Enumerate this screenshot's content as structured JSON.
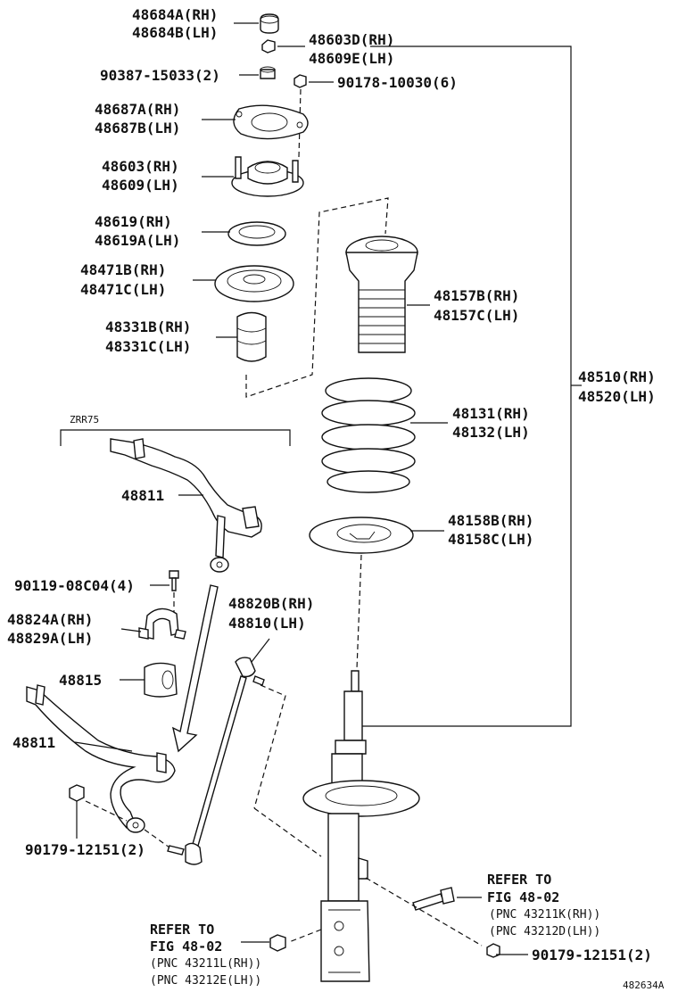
{
  "labels": {
    "p48684": [
      "48684A(RH)",
      "48684B(LH)"
    ],
    "p48603D": [
      "48603D(RH)",
      "48609E(LH)"
    ],
    "p90387": "90387-15033(2)",
    "p90178": "90178-10030(6)",
    "p48687": [
      "48687A(RH)",
      "48687B(LH)"
    ],
    "p48603": [
      "48603(RH)",
      "48609(LH)"
    ],
    "p48619": [
      "48619(RH)",
      "48619A(LH)"
    ],
    "p48471": [
      "48471B(RH)",
      "48471C(LH)"
    ],
    "p48331": [
      "48331B(RH)",
      "48331C(LH)"
    ],
    "p48157": [
      "48157B(RH)",
      "48157C(LH)"
    ],
    "p48131": [
      "48131(RH)",
      "48132(LH)"
    ],
    "p48510": [
      "48510(RH)",
      "48520(LH)"
    ],
    "zrr75": "ZRR75",
    "p48811_top": "48811",
    "p48158": [
      "48158B(RH)",
      "48158C(LH)"
    ],
    "p90119": "90119-08C04(4)",
    "p48820": [
      "48820B(RH)",
      "48810(LH)"
    ],
    "p48824": [
      "48824A(RH)",
      "48829A(LH)"
    ],
    "p48815": "48815",
    "p48811_bot": "48811",
    "p90179_left": "90179-12151(2)",
    "p90179_right": "90179-12151(2)"
  },
  "refs": {
    "right": {
      "line1": "REFER TO",
      "line2": "FIG 48-02",
      "pnc1": "(PNC 43211K(RH))",
      "pnc2": "(PNC 43212D(LH))"
    },
    "left": {
      "line1": "REFER TO",
      "line2": "FIG 48-02",
      "pnc1": "(PNC 43211L(RH))",
      "pnc2": "(PNC 43212E(LH))"
    }
  },
  "diagram_id": "482634A"
}
